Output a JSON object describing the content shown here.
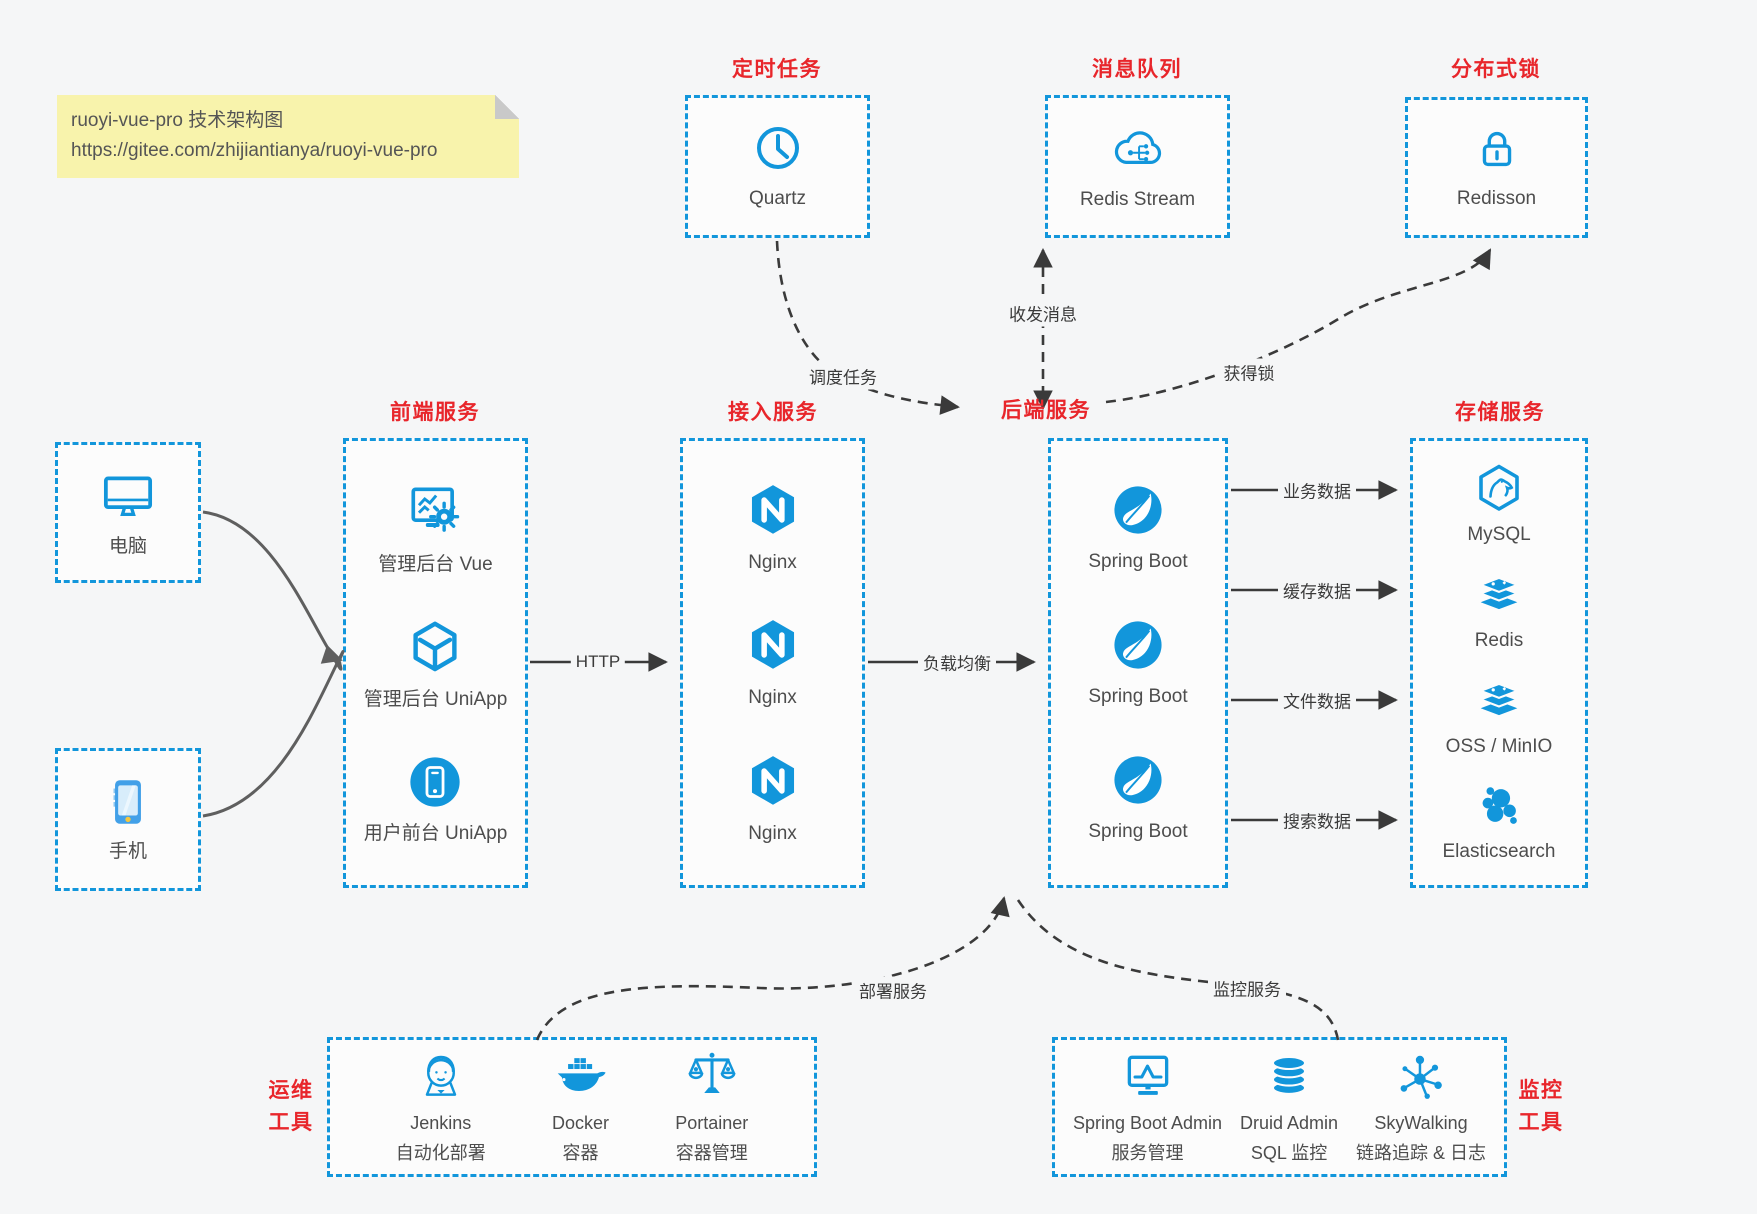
{
  "colors": {
    "accent": "#1296db",
    "title_red": "#e8262b",
    "note_bg": "#f8f3ac",
    "arrow_dark": "#3a3a3a"
  },
  "note": {
    "line1": "ruoyi-vue-pro 技术架构图",
    "line2": "https://gitee.com/zhijiantianya/ruoyi-vue-pro"
  },
  "top": {
    "scheduled": {
      "title": "定时任务",
      "item": {
        "label": "Quartz",
        "icon": "clock-icon"
      }
    },
    "mq": {
      "title": "消息队列",
      "item": {
        "label": "Redis Stream",
        "icon": "cloud-stream-icon"
      }
    },
    "lock": {
      "title": "分布式锁",
      "item": {
        "label": "Redisson",
        "icon": "padlock-icon"
      }
    }
  },
  "clients": {
    "desktop": {
      "label": "电脑",
      "icon": "desktop-icon"
    },
    "phone": {
      "label": "手机",
      "icon": "phone-icon"
    }
  },
  "columns": {
    "frontend": {
      "title": "前端服务",
      "items": [
        {
          "label": "管理后台 Vue",
          "icon": "admin-vue-icon"
        },
        {
          "label": "管理后台 UniApp",
          "icon": "uniapp-cube-icon"
        },
        {
          "label": "用户前台 UniApp",
          "icon": "uniapp-user-icon"
        }
      ]
    },
    "gateway": {
      "title": "接入服务",
      "items": [
        {
          "label": "Nginx",
          "icon": "nginx-icon"
        },
        {
          "label": "Nginx",
          "icon": "nginx-icon"
        },
        {
          "label": "Nginx",
          "icon": "nginx-icon"
        }
      ]
    },
    "backend": {
      "title": "后端服务",
      "items": [
        {
          "label": "Spring Boot",
          "icon": "spring-boot-icon"
        },
        {
          "label": "Spring Boot",
          "icon": "spring-boot-icon"
        },
        {
          "label": "Spring Boot",
          "icon": "spring-boot-icon"
        }
      ]
    },
    "storage": {
      "title": "存储服务",
      "items": [
        {
          "label": "MySQL",
          "icon": "mysql-icon"
        },
        {
          "label": "Redis",
          "icon": "redis-icon"
        },
        {
          "label": "OSS / MinIO",
          "icon": "oss-minio-icon"
        },
        {
          "label": "Elasticsearch",
          "icon": "elasticsearch-icon"
        }
      ]
    }
  },
  "bottom": {
    "ops": {
      "title1": "运维",
      "title2": "工具",
      "items": [
        {
          "name": "Jenkins",
          "desc": "自动化部署",
          "icon": "jenkins-icon"
        },
        {
          "name": "Docker",
          "desc": "容器",
          "icon": "docker-icon"
        },
        {
          "name": "Portainer",
          "desc": "容器管理",
          "icon": "portainer-icon"
        }
      ]
    },
    "monitoring": {
      "title1": "监控",
      "title2": "工具",
      "items": [
        {
          "name": "Spring Boot Admin",
          "desc": "服务管理",
          "icon": "spring-boot-admin-icon"
        },
        {
          "name": "Druid Admin",
          "desc": "SQL 监控",
          "icon": "druid-icon"
        },
        {
          "name": "SkyWalking",
          "desc": "链路追踪 & 日志",
          "icon": "skywalking-icon"
        }
      ]
    }
  },
  "edges": {
    "schedule": "调度任务",
    "messages": "收发消息",
    "acquire_lock": "获得锁",
    "http": "HTTP",
    "load_balance": "负载均衡",
    "business_data": "业务数据",
    "cache_data": "缓存数据",
    "file_data": "文件数据",
    "search_data": "搜索数据",
    "deploy": "部署服务",
    "monitor": "监控服务"
  }
}
